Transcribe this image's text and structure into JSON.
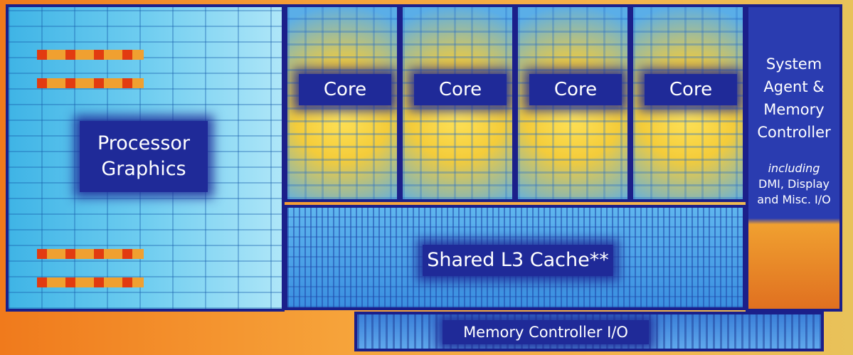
{
  "diagram": {
    "blocks": {
      "graphics": {
        "lines": [
          "Processor",
          "Graphics"
        ]
      },
      "cores": [
        {
          "label": "Core"
        },
        {
          "label": "Core"
        },
        {
          "label": "Core"
        },
        {
          "label": "Core"
        }
      ],
      "cache": {
        "label": "Shared L3 Cache**"
      },
      "system_agent": {
        "lines": [
          "System",
          "Agent &",
          "Memory",
          "Controller"
        ],
        "sub_italic": "including",
        "sub_lines": [
          "DMI, Display",
          "and Misc. I/O"
        ]
      },
      "memory_io": {
        "label": "Memory Controller I/O"
      }
    }
  }
}
